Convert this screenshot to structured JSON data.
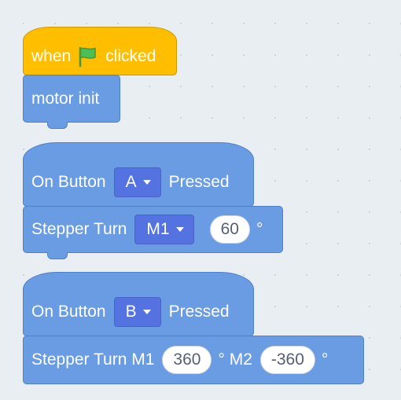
{
  "colors": {
    "events": "#ffbf00",
    "motion": "#6a9ce3",
    "dropdown": "#5472e0",
    "flag_green": "#4cbf56",
    "workspace": "#e9eef2"
  },
  "script1": {
    "hat": {
      "text_when": "when",
      "icon": "green-flag-icon",
      "text_clicked": "clicked"
    },
    "block": {
      "label": "motor init"
    }
  },
  "script2": {
    "hat": {
      "text_on": "On Button",
      "dropdown": "A",
      "text_pressed": "Pressed"
    },
    "block": {
      "label": "Stepper Turn",
      "dropdown": "M1",
      "value": "60",
      "unit": "°"
    }
  },
  "script3": {
    "hat": {
      "text_on": "On Button",
      "dropdown": "B",
      "text_pressed": "Pressed"
    },
    "block": {
      "label": "Stepper Turn M1",
      "value1": "360",
      "unit1": "° M2",
      "value2": "-360",
      "unit2": "°"
    }
  }
}
